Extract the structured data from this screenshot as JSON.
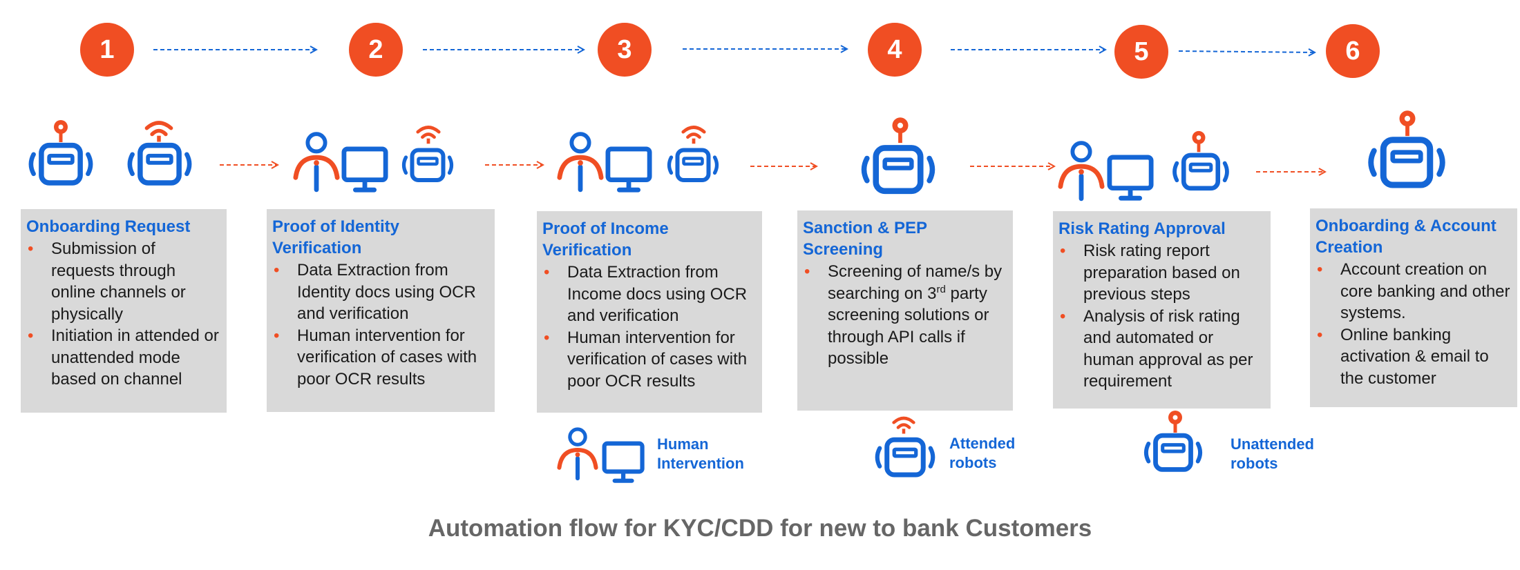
{
  "steps": [
    {
      "number": "1",
      "title": "Onboarding Request",
      "bullets": [
        "Submission of requests through online channels or physically",
        "Initiation in attended or unattended mode based on channel"
      ]
    },
    {
      "number": "2",
      "title": "Proof of Identity Verification",
      "bullets": [
        "Data Extraction from Identity docs using OCR and verification",
        "Human intervention  for verification  of cases with poor OCR  results"
      ]
    },
    {
      "number": "3",
      "title": "Proof of Income Verification",
      "bullets": [
        "Data Extraction from Income docs using OCR and verification",
        "Human intervention  for verification  of cases with poor OCR  results"
      ]
    },
    {
      "number": "4",
      "title": "Sanction & PEP Screening",
      "bullets": [
        "Screening of name/s by searching on 3",
        "party screening solutions or through API calls if possible"
      ],
      "bullet_sup": "rd"
    },
    {
      "number": "5",
      "title": "Risk Rating Approval",
      "bullets": [
        "Risk rating report preparation  based on previous  steps",
        "Analysis of risk rating and automated or human approval  as per requirement"
      ]
    },
    {
      "number": "6",
      "title": "Onboarding & Account Creation",
      "bullets": [
        "Account creation on core banking and other systems.",
        "Online banking activation & email to the customer"
      ]
    }
  ],
  "legend": [
    {
      "label_line1": "Human",
      "label_line2": "Intervention",
      "icon": "human-intervention-icon"
    },
    {
      "label_line1": "Attended",
      "label_line2": "robots",
      "icon": "attended-robot-icon"
    },
    {
      "label_line1": "Unattended",
      "label_line2": "robots",
      "icon": "unattended-robot-icon"
    }
  ],
  "caption": "Automation flow for KYC/CDD for new to bank Customers",
  "colors": {
    "accent_orange": "#f04e23",
    "accent_blue": "#1466d6",
    "card_bg": "#d9d9d9",
    "caption_gray": "#666666"
  }
}
